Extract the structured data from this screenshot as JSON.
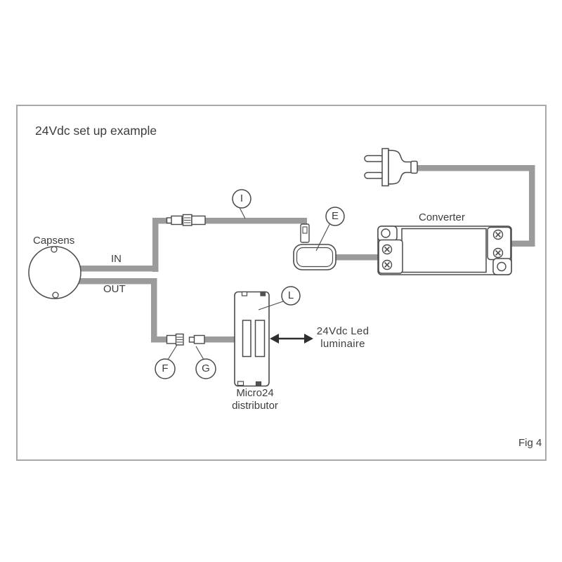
{
  "page": {
    "title": "24Vdc set up example",
    "figure_label": "Fig 4"
  },
  "components": {
    "capsens": {
      "label": "Capsens",
      "in_port": "IN",
      "out_port": "OUT"
    },
    "converter": {
      "label": "Converter"
    },
    "distributor": {
      "label_line1": "Micro24",
      "label_line2": "distributor"
    },
    "led_luminaire": {
      "label_line1": "24Vdc Led",
      "label_line2": "luminaire"
    }
  },
  "callouts": {
    "I": "I",
    "E": "E",
    "L": "L",
    "F": "F",
    "G": "G"
  },
  "colors": {
    "cable": "#9b9b9b",
    "line_art": "#4a4a4a",
    "text": "#3d3d3d",
    "frame_border": "#a8a8a8",
    "arrow": "#2f2f2f"
  }
}
